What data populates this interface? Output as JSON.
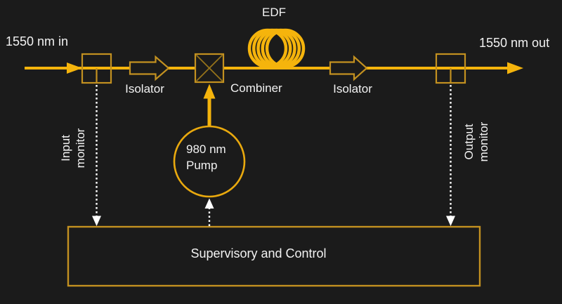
{
  "colors": {
    "bg": "#1b1b1b",
    "gold-bright": "#f5b40c",
    "gold-dim": "#c39120",
    "gold-diag": "#96741a",
    "pump-gold": "#e9a90e",
    "dotted": "#ffffff",
    "text": "#f2f2f2"
  },
  "labels": {
    "input_signal": "1550 nm in",
    "output_signal": "1550 nm out",
    "edf": "EDF",
    "isolator_1": "Isolator",
    "isolator_2": "Isolator",
    "combiner": "Combiner",
    "pump_line1": "980 nm",
    "pump_line2": "Pump",
    "input_monitor_line1": "Input",
    "input_monitor_line2": "monitor",
    "output_monitor_line1": "Output",
    "output_monitor_line2": "monitor",
    "supervisory": "Supervisory and Control"
  }
}
